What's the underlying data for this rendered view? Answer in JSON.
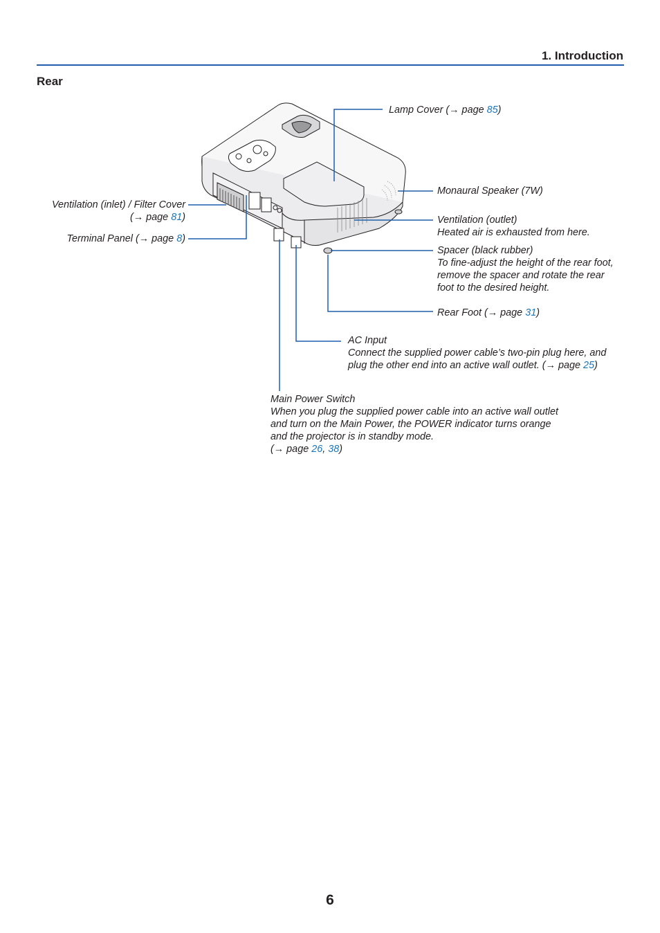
{
  "header": {
    "chapter": "1. Introduction"
  },
  "section_title": "Rear",
  "callouts": {
    "lamp_cover": {
      "pre": "Lamp Cover (→ page ",
      "page": "85",
      "post": ")"
    },
    "speaker": {
      "text": "Monaural Speaker (7W)"
    },
    "vent_outlet": {
      "title": "Ventilation (outlet)",
      "desc": "Heated air is exhausted from here."
    },
    "spacer": {
      "title": "Spacer (black rubber)",
      "lines": [
        "To fine-adjust the height of the rear foot,",
        "remove the spacer and rotate the rear",
        "foot to the desired height."
      ]
    },
    "rear_foot": {
      "pre": "Rear Foot (→ page ",
      "page": "31",
      "post": ")"
    },
    "vent_inlet": {
      "line1": "Ventilation (inlet) / Filter Cover",
      "pre": "(→ page ",
      "page": "81",
      "post": ")"
    },
    "terminal_panel": {
      "pre": "Terminal Panel (→ page ",
      "page": "8",
      "post": ")"
    },
    "ac_input": {
      "title": "AC Input",
      "line1": "Connect the supplied power cable’s two-pin plug here, and",
      "line2_pre": "plug the other end into an active wall outlet. (→ page ",
      "page": "25",
      "post": ")"
    },
    "main_power": {
      "title": "Main Power Switch",
      "lines": [
        "When you plug the supplied power cable into an active wall outlet",
        "and turn on the Main Power, the POWER indicator turns orange",
        "and the projector is in standby mode."
      ],
      "pre": "(→ page ",
      "page1": "26",
      "sep": ", ",
      "page2": "38",
      "post": ")"
    }
  },
  "page_number": "6",
  "colors": {
    "accent": "#1f5fae",
    "link": "#1a75bb",
    "text": "#231f20"
  },
  "icons": [
    "projector-illustration"
  ]
}
